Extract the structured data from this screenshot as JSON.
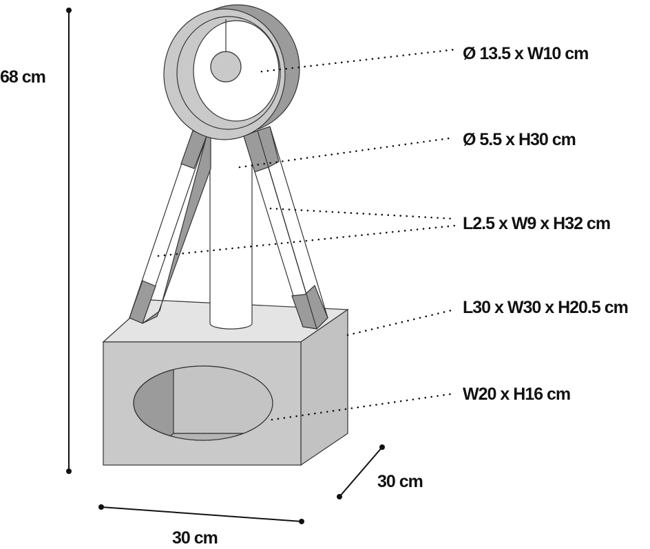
{
  "title": "Cat tree dimensions",
  "dimensions": {
    "height": "68 cm",
    "width": "30 cm",
    "depth": "30 cm"
  },
  "callouts": [
    {
      "part": "wheel",
      "label": "Ø 13.5 x W10 cm"
    },
    {
      "part": "post",
      "label": "Ø 5.5 x H30 cm"
    },
    {
      "part": "legs",
      "label": "L2.5 x W9 x H32 cm"
    },
    {
      "part": "base-box",
      "label": "L30 x W30 x H20.5 cm"
    },
    {
      "part": "entrance",
      "label": "W20 x H16 cm"
    }
  ],
  "colors": {
    "light": "#c9c9c9",
    "dark": "#9b9b9b",
    "line": "#333333"
  }
}
